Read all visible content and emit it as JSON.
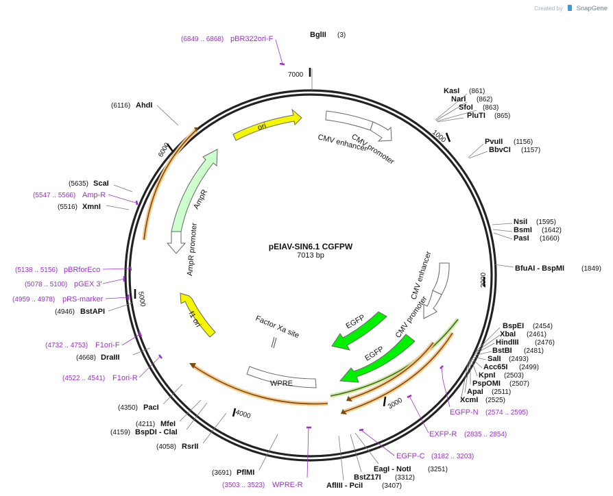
{
  "header": {
    "created_by": "Created by",
    "brand": "SnapGene"
  },
  "plasmid": {
    "name": "pEIAV-SIN6.1 CGFPW",
    "length": "7013 bp"
  },
  "ticks": [
    "1000",
    "2000",
    "3000",
    "4000",
    "5000",
    "6000",
    "7000"
  ],
  "features": {
    "ori": "ori",
    "cmv_enhancer_1": "CMV enhancer",
    "cmv_promoter_1": "CMV promoter",
    "ampr": "AmpR",
    "ampr_promoter": "AmpR promoter",
    "f1_ori": "f1 ori",
    "factor_xa": "Factor Xa site",
    "wpre": "WPRE",
    "egfp_1": "EGFP",
    "egfp_2": "EGFP",
    "cmv_enhancer_2": "CMV enhancer",
    "cmv_promoter_2": "CMV promoter"
  },
  "sites": [
    {
      "name": "BglII",
      "pos": "(3)"
    },
    {
      "name": "KasI",
      "pos": "(861)"
    },
    {
      "name": "NarI",
      "pos": "(862)"
    },
    {
      "name": "SfoI",
      "pos": "(863)"
    },
    {
      "name": "PluTI",
      "pos": "(865)"
    },
    {
      "name": "PvuII",
      "pos": "(1156)"
    },
    {
      "name": "BbvCI",
      "pos": "(1157)"
    },
    {
      "name": "NsiI",
      "pos": "(1595)"
    },
    {
      "name": "BsmI",
      "pos": "(1642)"
    },
    {
      "name": "PasI",
      "pos": "(1660)"
    },
    {
      "name": "BfuAI - BspMI",
      "pos": "(1849)"
    },
    {
      "name": "BspEI",
      "pos": "(2454)"
    },
    {
      "name": "XbaI",
      "pos": "(2461)"
    },
    {
      "name": "HindIII",
      "pos": "(2476)"
    },
    {
      "name": "BstBI",
      "pos": "(2481)"
    },
    {
      "name": "SalI",
      "pos": "(2493)"
    },
    {
      "name": "Acc65I",
      "pos": "(2499)"
    },
    {
      "name": "KpnI",
      "pos": "(2503)"
    },
    {
      "name": "PspOMI",
      "pos": "(2507)"
    },
    {
      "name": "ApaI",
      "pos": "(2511)"
    },
    {
      "name": "XcmI",
      "pos": "(2525)"
    },
    {
      "name": "EagI - NotI",
      "pos": "(3251)"
    },
    {
      "name": "BstZ17I",
      "pos": "(3312)"
    },
    {
      "name": "AflIII - PciI",
      "pos": "(3407)"
    },
    {
      "name": "PflMI",
      "pos": "(3691)"
    },
    {
      "name": "RsrII",
      "pos": "(4058)"
    },
    {
      "name": "BspDI - ClaI",
      "pos": "(4159)"
    },
    {
      "name": "MfeI",
      "pos": "(4211)"
    },
    {
      "name": "PacI",
      "pos": "(4350)"
    },
    {
      "name": "DraIII",
      "pos": "(4668)"
    },
    {
      "name": "BstAPI",
      "pos": "(4946)"
    },
    {
      "name": "XmnI",
      "pos": "(5516)"
    },
    {
      "name": "ScaI",
      "pos": "(5635)"
    },
    {
      "name": "AhdI",
      "pos": "(6116)"
    }
  ],
  "primers": [
    {
      "name": "pBR322ori-F",
      "pos": "(6849 .. 6868)"
    },
    {
      "name": "Amp-R",
      "pos": "(5547 .. 5566)"
    },
    {
      "name": "pBRforEco",
      "pos": "(5138 .. 5156)"
    },
    {
      "name": "pGEX 3'",
      "pos": "(5078 .. 5100)"
    },
    {
      "name": "pRS-marker",
      "pos": "(4959 .. 4978)"
    },
    {
      "name": "F1ori-F",
      "pos": "(4732 .. 4753)"
    },
    {
      "name": "F1ori-R",
      "pos": "(4522 .. 4541)"
    },
    {
      "name": "WPRE-R",
      "pos": "(3503 .. 3523)"
    },
    {
      "name": "EGFP-C",
      "pos": "(3182 .. 3203)"
    },
    {
      "name": "EXFP-R",
      "pos": "(2835 .. 2854)"
    },
    {
      "name": "EGFP-N",
      "pos": "(2574 .. 2595)"
    }
  ]
}
